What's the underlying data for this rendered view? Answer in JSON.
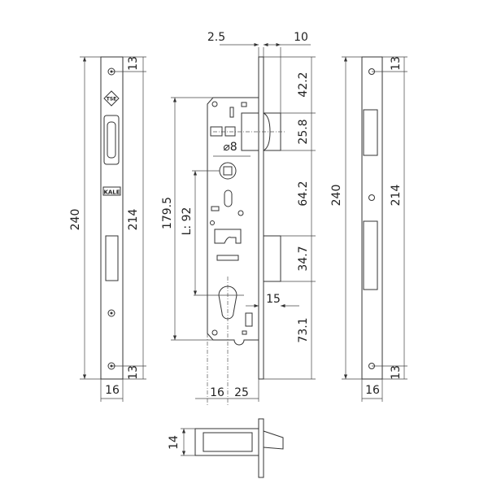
{
  "title": "Mortise lock technical drawing",
  "left_faceplate": {
    "length": "240",
    "hole_spacing": "214",
    "top_offset": "13",
    "bottom_offset": "13",
    "width": "16",
    "brand_logo": "KALE",
    "mark": "TSE"
  },
  "lock_body": {
    "faceplate_thickness": "2.5",
    "latch_projection": "10",
    "top_to_latch": "42.2",
    "latch_height": "25.8",
    "latch_to_deadbolt": "64.2",
    "deadbolt_height": "34.7",
    "cylinder_to_bottom": "73.1",
    "case_height": "179.5",
    "center_distance": "L: 92",
    "deadbolt_projection": "15",
    "spindle": "⌀8",
    "backset_left": "16",
    "backset_right": "25"
  },
  "right_faceplate": {
    "length": "240",
    "hole_spacing": "214",
    "top_offset": "13",
    "bottom_offset": "13",
    "width": "16"
  },
  "bottom_view": {
    "thickness": "14"
  }
}
